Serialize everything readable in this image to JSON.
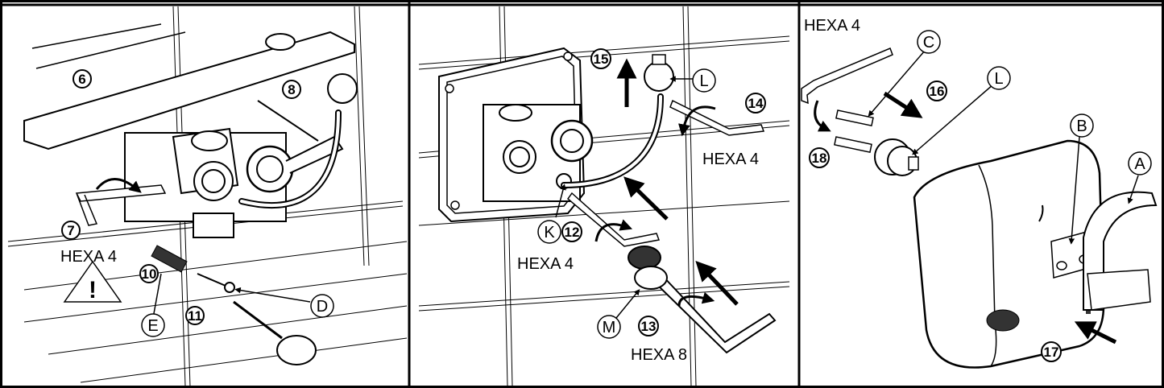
{
  "panels": [
    {
      "steps": [
        "6",
        "7",
        "8",
        "10",
        "11"
      ],
      "letters": [
        "E",
        "D"
      ],
      "tool_label": "HEXA 4",
      "warning_symbol": "!"
    },
    {
      "steps": [
        "12",
        "13",
        "14",
        "15"
      ],
      "letters": [
        "K",
        "L",
        "M"
      ],
      "tool_labels": [
        "HEXA 4",
        "HEXA 4",
        "HEXA 8"
      ]
    },
    {
      "steps": [
        "16",
        "17",
        "18"
      ],
      "letters": [
        "C",
        "L",
        "B",
        "A"
      ],
      "tool_label": "HEXA 4"
    }
  ],
  "icons": [
    "rotate-arrow-icon",
    "straight-arrow-icon",
    "warning-triangle-icon",
    "hex-key-icon",
    "screwdriver-icon"
  ]
}
